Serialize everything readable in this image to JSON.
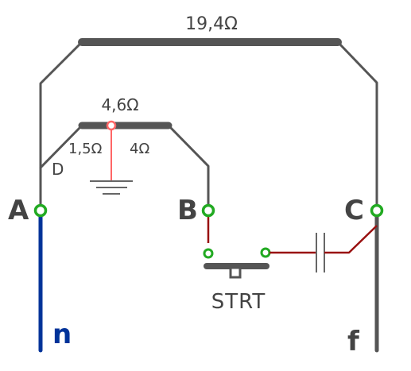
{
  "labels": {
    "resistor_top": "19,4Ω",
    "resistor_middle": "4,6Ω",
    "resistor_part_1": "1,5Ω",
    "resistor_part_2": "4Ω",
    "point_d": "D",
    "node_a": "A",
    "node_b": "B",
    "node_c": "C",
    "switch": "STRT",
    "terminal_n": "n",
    "terminal_f": "f"
  },
  "colors": {
    "wire": "#555555",
    "neutral": "#003399",
    "node_ring": "#22aa22",
    "tap": "#ff6666",
    "start_wire": "#991111"
  }
}
